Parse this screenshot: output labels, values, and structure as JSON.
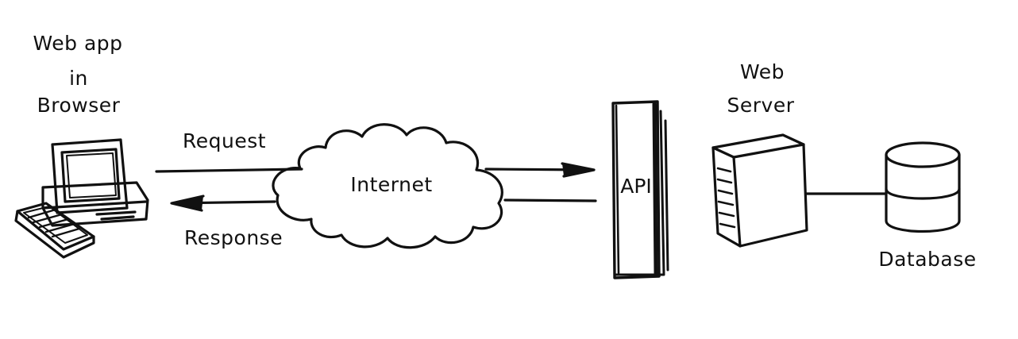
{
  "browser": {
    "title_lines": [
      "Web app",
      "in",
      "Browser"
    ]
  },
  "request": {
    "label": "Request"
  },
  "response": {
    "label": "Response"
  },
  "internet": {
    "label": "Internet"
  },
  "api": {
    "label": "API"
  },
  "server": {
    "title_lines": [
      "Web",
      "Server"
    ]
  },
  "database": {
    "label": "Database"
  },
  "colors": {
    "ink": "#111111",
    "background": "#ffffff"
  }
}
